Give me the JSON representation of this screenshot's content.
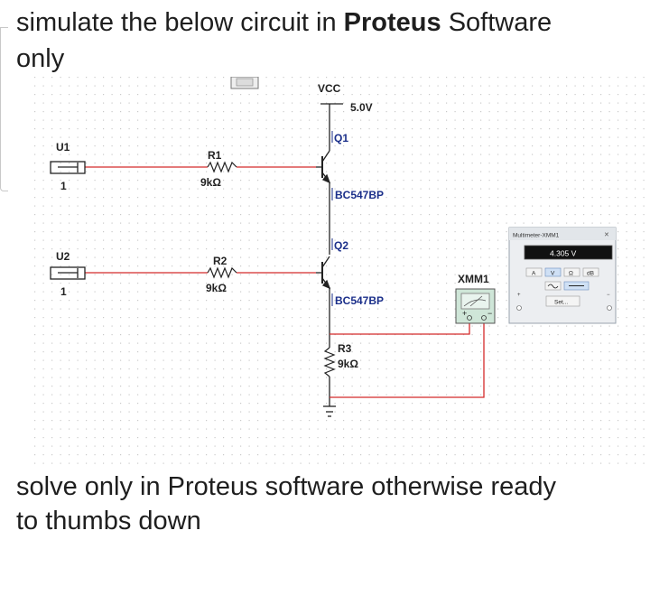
{
  "question": {
    "line1_prefix": "simulate the below circuit in ",
    "line1_bold": "Proteus",
    "line1_suffix": " Software",
    "line2": "only"
  },
  "footer": {
    "line1": "solve only in Proteus software otherwise ready",
    "line2": "to thumbs down"
  },
  "schematic": {
    "vcc_label": "VCC",
    "vcc_value": "5.0V",
    "u1_label": "U1",
    "u1_value": "1",
    "u2_label": "U2",
    "u2_value": "1",
    "r1_label": "R1",
    "r1_value": "9kΩ",
    "r2_label": "R2",
    "r2_value": "9kΩ",
    "r3_label": "R3",
    "r3_value": "9kΩ",
    "q1_label": "Q1",
    "q1_part": "BC547BP",
    "q2_label": "Q2",
    "q2_part": "BC547BP",
    "xmm_label": "XMM1",
    "xmm_plus": "+",
    "xmm_minus": "−",
    "colors": {
      "wire_red": "#d42a2a",
      "wire_black": "#222222",
      "label_blue": "#1b2f8a"
    }
  },
  "multimeter_window": {
    "title": "Multimeter-XMM1",
    "reading": "4.305 V",
    "btn_a": "A",
    "btn_v": "V",
    "btn_ohm": "Ω",
    "btn_db": "dB",
    "btn_set": "Set...",
    "plus": "+",
    "minus": "−",
    "close_glyph": "✕"
  }
}
